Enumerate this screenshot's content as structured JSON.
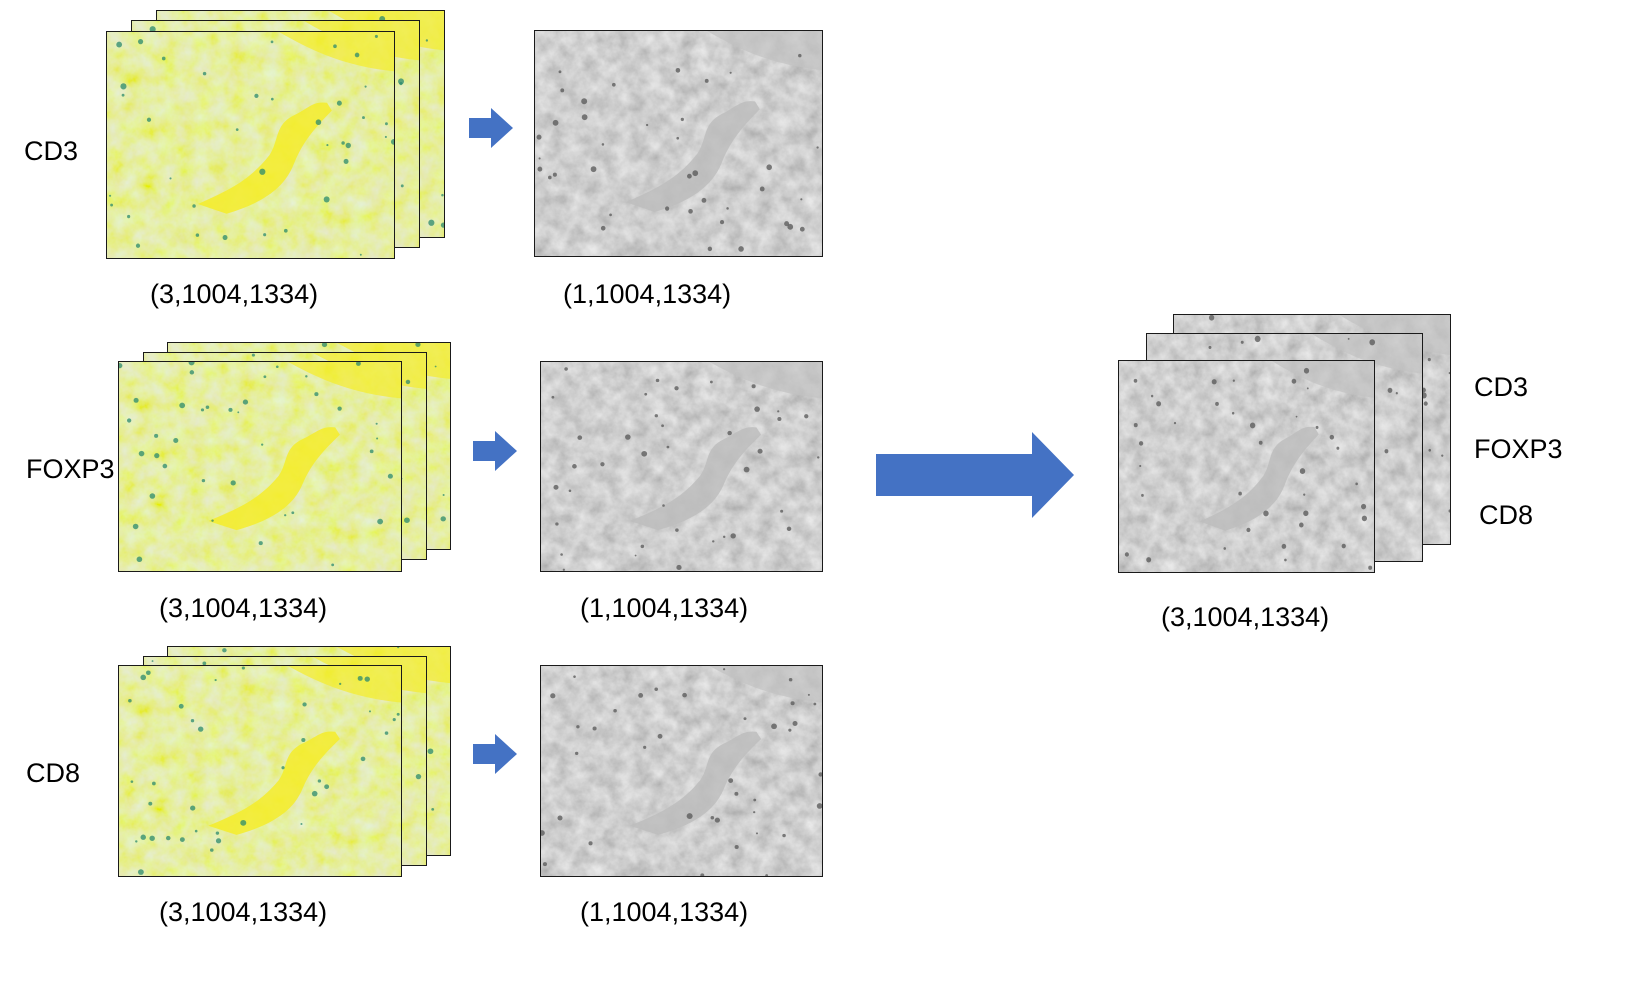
{
  "rows": [
    {
      "marker": "CD3",
      "input_shape": "(3,1004,1334)",
      "output_shape": "(1,1004,1334)"
    },
    {
      "marker": "FOXP3",
      "input_shape": "(3,1004,1334)",
      "output_shape": "(1,1004,1334)"
    },
    {
      "marker": "CD8",
      "input_shape": "(3,1004,1334)",
      "output_shape": "(1,1004,1334)"
    }
  ],
  "stacked_output": {
    "channel_labels": [
      "CD3",
      "FOXP3",
      "CD8"
    ],
    "shape": "(3,1004,1334)"
  },
  "colors": {
    "arrow_fill": "#4472c4",
    "color_image_base": "#d6e43a",
    "color_image_bright": "#f5ec2a",
    "color_image_dark": "#2b8a6e",
    "gray_image_base": "#a9a9a9",
    "frame_border": "#1a1a1a"
  }
}
